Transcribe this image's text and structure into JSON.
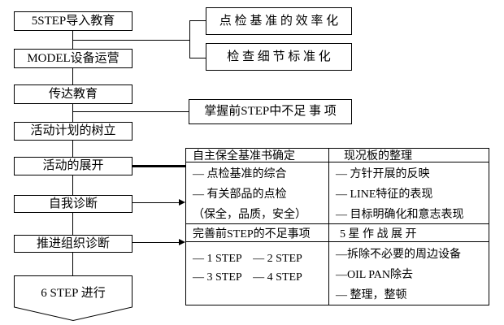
{
  "colors": {
    "line": "#000000",
    "background": "#ffffff"
  },
  "flow": {
    "steps": [
      {
        "label": "5STEP导入教育"
      },
      {
        "label": "MODEL设备运营"
      },
      {
        "label": "传达教育"
      },
      {
        "label": "活动计划的树立"
      },
      {
        "label": "活动的展开"
      },
      {
        "label": "自我诊断"
      },
      {
        "label": "推进组织诊断"
      }
    ],
    "terminal": {
      "label": "6 STEP 进行"
    }
  },
  "callouts": {
    "inspection_efficiency": "点 检 基 准 的 效 率 化",
    "inspection_standardization": "检 查 细 节 标 准 化",
    "prev_step_issues": "掌握前STEP中不足 事 项"
  },
  "table": {
    "section1": {
      "left_header": "自主保全基准书确定",
      "right_header": "现况板的整理",
      "left_items": [
        "— 点检基准的综合",
        "— 有关部品的点检",
        "（保全，品质，安全）"
      ],
      "right_items": [
        "— 方针开展的反映",
        "— LINE特征的表现",
        "— 目标明确化和意志表现"
      ]
    },
    "section2": {
      "left_header": "完善前STEP的不足事项",
      "right_header": "5 星 作 战 展 开",
      "left_items": [
        "— 1 STEP　— 2 STEP",
        "— 3 STEP　— 4 STEP"
      ],
      "right_items": [
        "—拆除不必要的周边设备",
        "—OIL PAN除去",
        "— 整理，整顿"
      ]
    }
  }
}
